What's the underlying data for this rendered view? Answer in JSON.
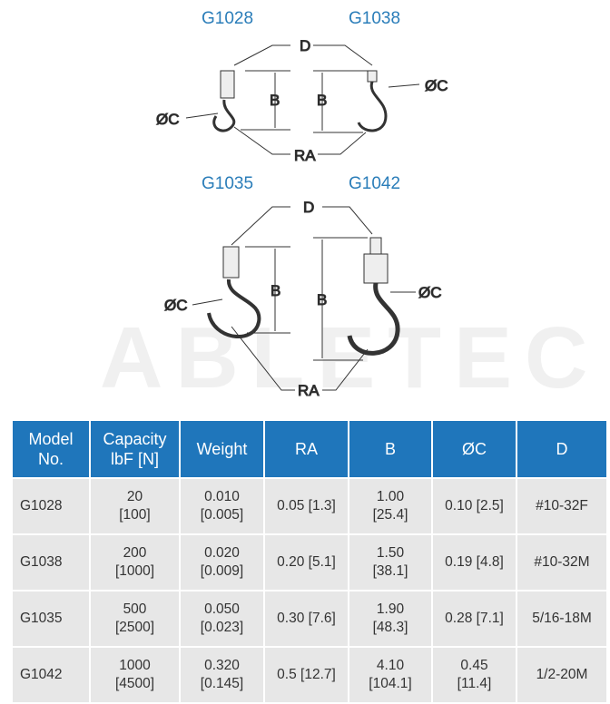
{
  "diagrams": {
    "top": {
      "left_title": "G1028",
      "right_title": "G1038",
      "labels": {
        "d": "D",
        "b": "B",
        "c": "ØC",
        "ra": "RA"
      }
    },
    "bottom": {
      "left_title": "G1035",
      "right_title": "G1042",
      "labels": {
        "d": "D",
        "b": "B",
        "c": "ØC",
        "ra": "RA"
      }
    }
  },
  "watermark": "ABLETEC",
  "table": {
    "headers": [
      [
        "Model",
        "No."
      ],
      [
        "Capacity",
        "lbF [N]"
      ],
      [
        "Weight"
      ],
      [
        "RA"
      ],
      [
        "B"
      ],
      [
        "ØC"
      ],
      [
        "D"
      ]
    ],
    "rows": [
      [
        [
          "G1028"
        ],
        [
          "20",
          "[100]"
        ],
        [
          "0.010",
          "[0.005]"
        ],
        [
          "0.05 [1.3]"
        ],
        [
          "1.00",
          "[25.4]"
        ],
        [
          "0.10 [2.5]"
        ],
        [
          "#10-32F"
        ]
      ],
      [
        [
          "G1038"
        ],
        [
          "200",
          "[1000]"
        ],
        [
          "0.020",
          "[0.009]"
        ],
        [
          "0.20 [5.1]"
        ],
        [
          "1.50",
          "[38.1]"
        ],
        [
          "0.19 [4.8]"
        ],
        [
          "#10-32M"
        ]
      ],
      [
        [
          "G1035"
        ],
        [
          "500",
          "[2500]"
        ],
        [
          "0.050",
          "[0.023]"
        ],
        [
          "0.30 [7.6]"
        ],
        [
          "1.90",
          "[48.3]"
        ],
        [
          "0.28 [7.1]"
        ],
        [
          "5/16-18M"
        ]
      ],
      [
        [
          "G1042"
        ],
        [
          "1000",
          "[4500]"
        ],
        [
          "0.320",
          "[0.145]"
        ],
        [
          "0.5 [12.7]"
        ],
        [
          "4.10",
          "[104.1]"
        ],
        [
          "0.45",
          "[11.4]"
        ],
        [
          "1/2-20M"
        ]
      ]
    ]
  },
  "colors": {
    "header": "#1f76bb",
    "title": "#2a7db9",
    "row": "#e7e7e7"
  }
}
